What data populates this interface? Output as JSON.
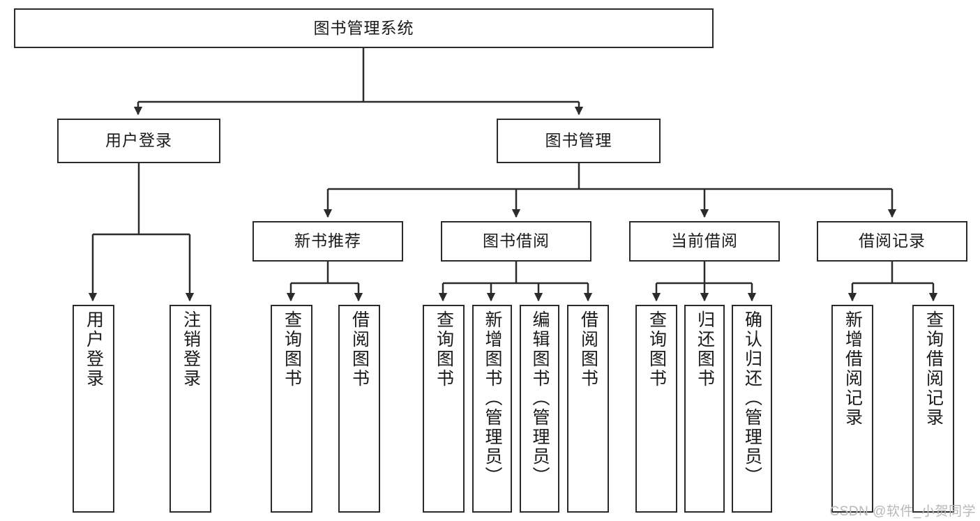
{
  "diagram": {
    "type": "tree",
    "title": "图书管理系统",
    "watermark": "CSDN @软件_小贺同学",
    "colors": {
      "stroke": "#2b2b2b",
      "fill": "#ffffff",
      "text": "#1a1a1a",
      "watermark": "#b8b8b8"
    },
    "root": {
      "label": "图书管理系统"
    },
    "level1": [
      {
        "label": "用户登录"
      },
      {
        "label": "图书管理"
      }
    ],
    "level2": [
      {
        "label": "新书推荐"
      },
      {
        "label": "图书借阅"
      },
      {
        "label": "当前借阅"
      },
      {
        "label": "借阅记录"
      }
    ],
    "leaves": {
      "user_login": [
        {
          "label": "用户登录"
        },
        {
          "label": "注销登录"
        }
      ],
      "new_book": [
        {
          "label": "查询图书"
        },
        {
          "label": "借阅图书"
        }
      ],
      "borrow_book": [
        {
          "label": "查询图书"
        },
        {
          "label": "新增图书（管理员）"
        },
        {
          "label": "编辑图书（管理员）"
        },
        {
          "label": "借阅图书"
        }
      ],
      "current_borrow": [
        {
          "label": "查询图书"
        },
        {
          "label": "归还图书"
        },
        {
          "label": "确认归还（管理员）"
        }
      ],
      "borrow_record": [
        {
          "label": "新增借阅记录"
        },
        {
          "label": "查询借阅记录"
        }
      ]
    }
  }
}
